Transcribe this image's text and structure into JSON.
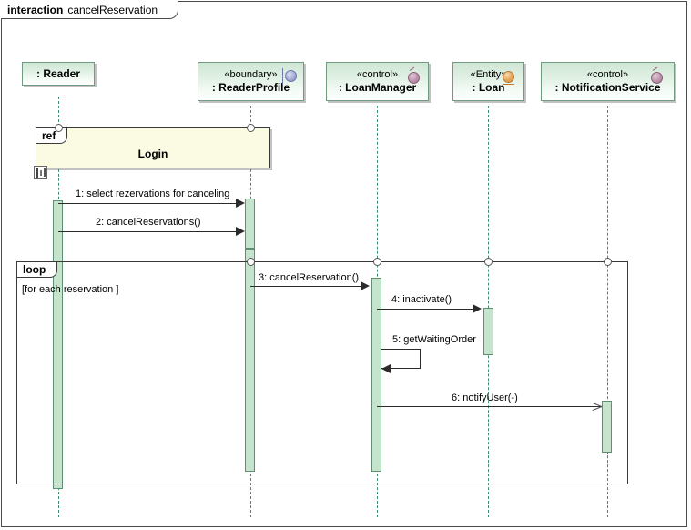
{
  "frame": {
    "keyword": "interaction",
    "name": "cancelReservation"
  },
  "lifelines": [
    {
      "id": "reader",
      "stereotype": "",
      "name": ": Reader",
      "icon": "none"
    },
    {
      "id": "readerprofile",
      "stereotype": "«boundary»",
      "name": ": ReaderProfile",
      "icon": "boundary-icon"
    },
    {
      "id": "loanmanager",
      "stereotype": "«control»",
      "name": ": LoanManager",
      "icon": "control-icon"
    },
    {
      "id": "loan",
      "stereotype": "«Entity»",
      "name": ": Loan",
      "icon": "entity-icon"
    },
    {
      "id": "notification",
      "stereotype": "«control»",
      "name": ": NotificationService",
      "icon": "control-icon"
    }
  ],
  "fragments": [
    {
      "id": "ref",
      "operator": "ref",
      "title": "Login",
      "guard": ""
    },
    {
      "id": "loop",
      "operator": "loop",
      "title": "",
      "guard": "[for each reservation ]"
    }
  ],
  "messages": [
    {
      "seq": "1",
      "label": "1: select rezervations for canceling",
      "from": "reader",
      "to": "readerprofile",
      "kind": "sync"
    },
    {
      "seq": "2",
      "label": "2: cancelReservations()",
      "from": "reader",
      "to": "readerprofile",
      "kind": "sync"
    },
    {
      "seq": "3",
      "label": "3: cancelReservation()",
      "from": "readerprofile",
      "to": "loanmanager",
      "kind": "sync"
    },
    {
      "seq": "4",
      "label": "4: inactivate()",
      "from": "loanmanager",
      "to": "loan",
      "kind": "sync"
    },
    {
      "seq": "5",
      "label": "5: getWaitingOrder",
      "from": "loanmanager",
      "to": "loanmanager",
      "kind": "self"
    },
    {
      "seq": "6",
      "label": "6: notifyUser(-)",
      "from": "loanmanager",
      "to": "notification",
      "kind": "async"
    }
  ],
  "colors": {
    "head_border": "#6f9c7f",
    "head_fill_top": "#cfe6d5",
    "activation_fill": "#c6e4cd",
    "activation_border": "#5e9070",
    "lifeline_dash": "#3f8f6f",
    "ref_fill": "#fbfbe3",
    "frame_border": "#4a4a4a",
    "message_line": "#2b2b2b",
    "boundary_icon": "#7d87bf",
    "control_icon": "#9c6f8c",
    "entity_icon": "#e8a85c"
  }
}
